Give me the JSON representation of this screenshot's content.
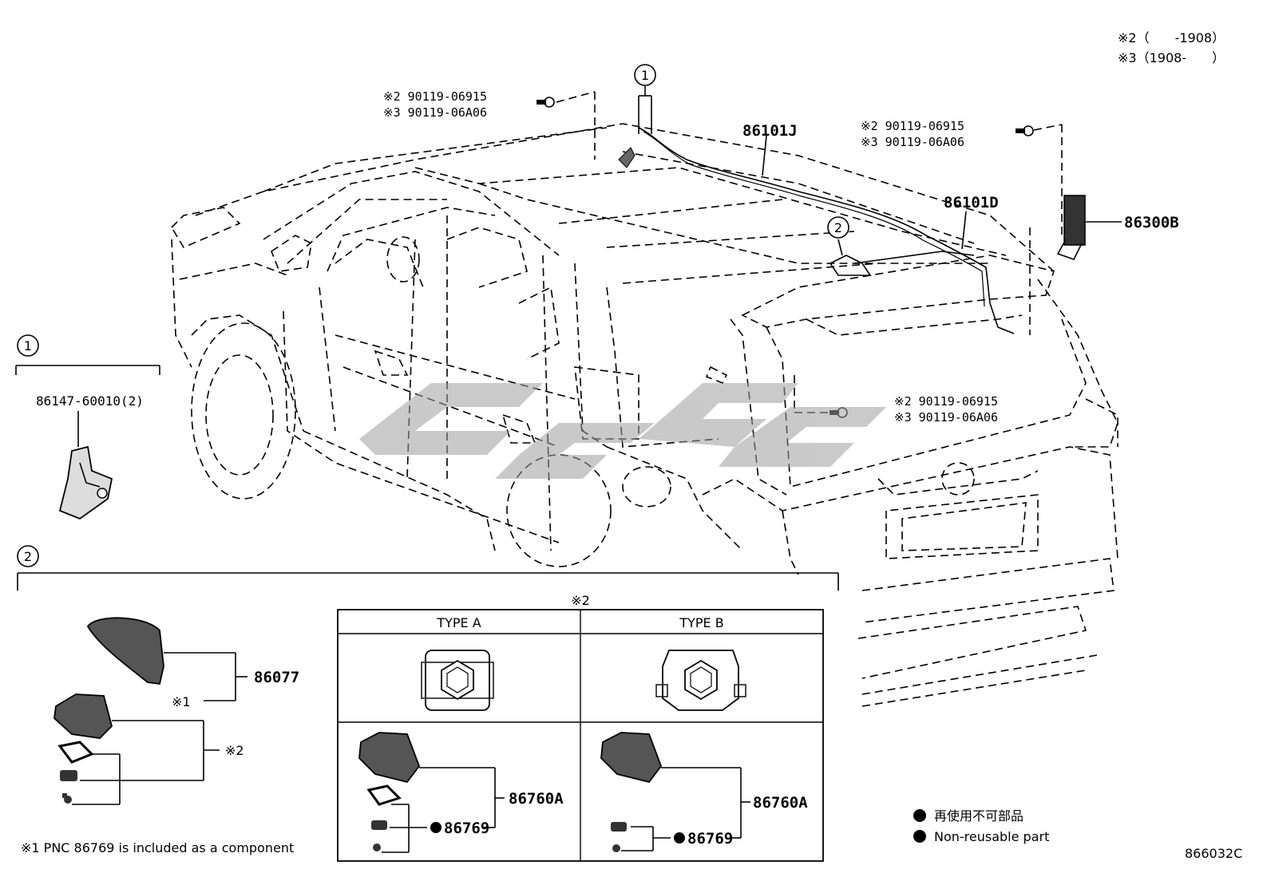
{
  "header_notes": {
    "note2": "※2（　　-1908）",
    "note3": "※3（1908-　　）"
  },
  "callouts": {
    "c1": "1",
    "c2": "2"
  },
  "parts": {
    "bolt_top_left": {
      "line1": "※2 90119-06915",
      "line2": "※3 90119-06A06"
    },
    "bolt_top_right": {
      "line1": "※2 90119-06915",
      "line2": "※3 90119-06A06"
    },
    "bolt_rear": {
      "line1": "※2 90119-06915",
      "line2": "※3 90119-06A06"
    },
    "wire_roof": "86101J",
    "wire_rear": "86101D",
    "amp": "86300B",
    "holder": "86147-60010(2)",
    "antenna_cover": "86077",
    "marker_star1": "※1",
    "marker_star2": "※2",
    "antenna_a": "86760A",
    "antenna_b": "86760A",
    "gasket_a": "86769",
    "gasket_b": "86769"
  },
  "type_table": {
    "header_marker": "※2",
    "type_a": "TYPE A",
    "type_b": "TYPE B"
  },
  "legend": {
    "jp": "再使用不可部品",
    "en": "Non-reusable part"
  },
  "footnote": "※1 PNC 86769 is included as a component",
  "diagram_code": "866032C",
  "watermark": "CSGC",
  "colors": {
    "line": "#000000",
    "watermark": "#9e9e9e"
  }
}
